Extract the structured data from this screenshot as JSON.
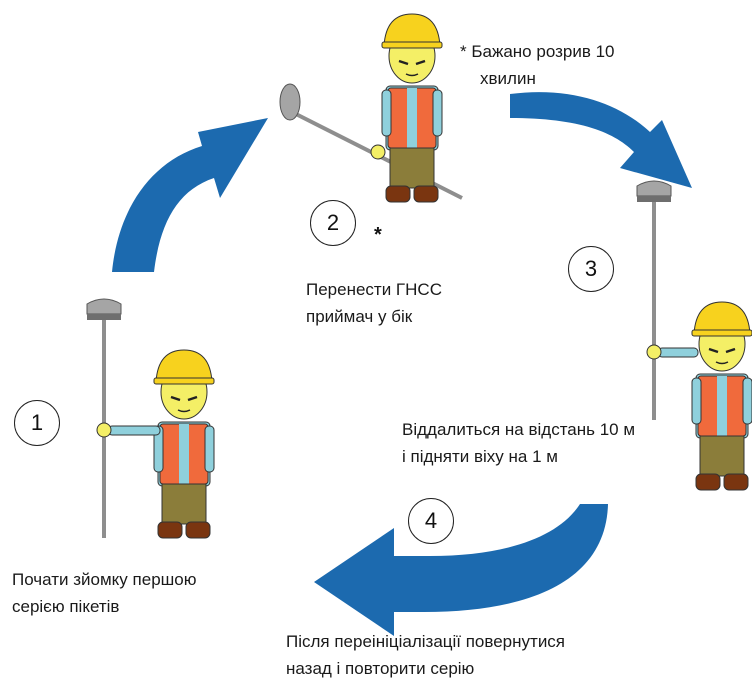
{
  "steps": [
    {
      "number": "1",
      "caption_lines": [
        "Почати зйомку першою",
        "серією пікетів"
      ]
    },
    {
      "number": "2",
      "caption_lines": [
        "Перенести ГНСС",
        "приймач у бік"
      ]
    },
    {
      "number": "3",
      "caption_lines": [
        "Віддалиться на відстань 10 м",
        "і підняти віху на 1 м"
      ]
    },
    {
      "number": "4",
      "caption_lines": [
        "Після переініціалізації повернутися",
        "назад і повторити серію"
      ]
    }
  ],
  "note": {
    "marker": "*",
    "lines": [
      "Бажано розрив 10",
      "хвилин"
    ]
  },
  "colors": {
    "arrow": "#1c6aaf",
    "vest": "#f06a3c",
    "helmet": "#f7d21e",
    "skin": "#f4ef66",
    "shirt": "#8fd0dc",
    "pants": "#8b7d3a",
    "boots": "#7a3510",
    "pole": "#8e8e8e"
  },
  "icons": [
    "curved-arrow-icon",
    "surveyor-figure-icon",
    "gnss-pole-icon"
  ]
}
